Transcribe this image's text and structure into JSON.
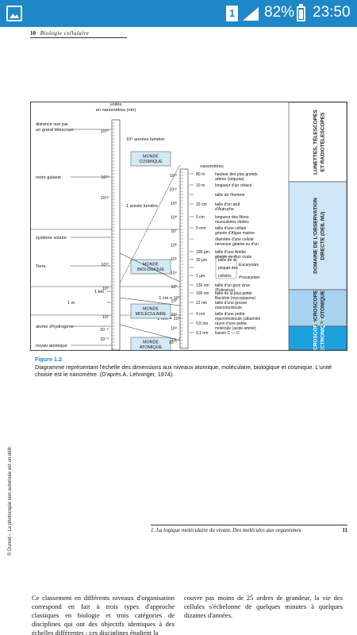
{
  "status_bar": {
    "sim": "1",
    "battery": "82%",
    "time": "23:50"
  },
  "page": {
    "header": {
      "page_number": "10",
      "title": "Biologie cellulaire"
    },
    "figure": {
      "scale_left_title": "unités\nen nanomètres (nm)",
      "scale_right_title": "nanomètres",
      "left_labels": [
        {
          "text": "distance vue par\nun grand télescope"
        },
        {
          "text": "notre galaxie"
        },
        {
          "text": "système solaire"
        },
        {
          "text": "Terre"
        },
        {
          "text": "1 km"
        },
        {
          "text": "1 m"
        },
        {
          "text": "atome d'hydrogène"
        },
        {
          "text": "noyau atomique"
        }
      ],
      "left_powers": [
        "10²⁴",
        "10²²",
        "10¹⁸",
        "10¹²",
        "10⁹",
        "10⁶",
        "10⁻²",
        "10⁻⁶"
      ],
      "annotations": [
        "10⁹ années lumière",
        "1 année lumière",
        "1 cm = 10⁷",
        "1 mm = 10⁶",
        "1 mm · 10⁻⁷"
      ],
      "domains": [
        "MONDE\nCOSMIQUE",
        "MONDE\nBIOLOGIQUE",
        "MONDE\nMOLÉCULAIRE",
        "MONDE\nATOMIQUE"
      ],
      "right_powers": [
        "10¹¹",
        "10¹⁰",
        "10⁹",
        "10⁸",
        "10⁷",
        "10⁶",
        "10⁵",
        "10⁴",
        "10³",
        "10²",
        "10¹",
        "10⁰",
        "10⁻¹"
      ],
      "right_items": [
        {
          "size": "80 m",
          "desc": "hauteur des plus grands arbres (séquoia)"
        },
        {
          "size": "10 m",
          "desc": "longueur d'un cétacé"
        },
        {
          "size": "",
          "desc": "taille de l'homme"
        },
        {
          "size": "20 cm",
          "desc": "taille d'un œuf d'Autruche"
        },
        {
          "size": "5 cm",
          "desc": "longueur des fibres musculaires striées"
        },
        {
          "size": "5 mm",
          "desc": "taille d'une cellule géante d'Algue marine"
        },
        {
          "size": "",
          "desc": "diamètre d'une cellule nerveuse géante ou d'un œuf de grenouille"
        },
        {
          "size": "100 µm",
          "desc": "taille d'une Amibe géante ou d'un ovule humain"
        },
        {
          "size": "30 µm",
          "desc": "taille de la"
        },
        {
          "size": "",
          "desc": "plupart des"
        },
        {
          "size": "1 µm",
          "desc": "cellules"
        },
        {
          "size": "130 nm",
          "desc": "taille d'un gros virus (Poliovirus)"
        },
        {
          "size": "100 nm",
          "desc": "taille de la plus petite Bactérie (mycoplasme)"
        },
        {
          "size": "12 nm",
          "desc": "taille d'une grosse macromolécule (hémocyanine) ou d'un petit virus"
        },
        {
          "size": "4 nm",
          "desc": "taille d'une petite macromolécule (albumine de l'œuf)"
        },
        {
          "size": "0,5 nm",
          "desc": "rayon d'une petite molécule (acide aminé)"
        },
        {
          "size": "0,1 nm",
          "desc": "liaison C — C"
        }
      ],
      "bracket_labels": [
        "Eucaryotes",
        "Procaryotes"
      ],
      "instruments": [
        {
          "label": "LUNETTES, TÉLESCOPES\nET RADIOTÉLESCOPES",
          "color": "#ffffff"
        },
        {
          "label": "DOMAINE DE L'OBSERVATION\nDIRECTE (OEIL NU)",
          "color": "#cfe6f6"
        },
        {
          "label": "MICROSCOPE\nPHOTONIQUE",
          "color": "#a8d3ef"
        },
        {
          "label": "MICROSCOPE\nÉLECTRONIQUE",
          "color": "#1ea0dd"
        }
      ]
    },
    "side_credit": "© Dunod – La photocopie non autorisée est un délit.",
    "caption": {
      "title": "Figure 1.2",
      "text": "Diagramme représentant l'échelle des dimensions aux niveaux atomique, moléculaire, biologique et cosmique. L'unité choisie est le nanomètre. (D'après A. Lehninger, 1974)."
    },
    "footer": {
      "title": "1. La logique moléculaire du vivant. Des molécules aux organismes",
      "page_number": "11"
    },
    "body": {
      "col1": "Ce classement en différents niveaux d'organisation correspond en fait à trois types d'approche classiques en biologie et trois catégories de disciplines qui ont des objectifs identiques à des échelles différentes ; ces disciplines étudient la",
      "col2": "couvre pas moins de 25 ordres de grandeur, la vie des cellules s'échelonne de quelques minutes à quelques dizaines d'années."
    }
  }
}
